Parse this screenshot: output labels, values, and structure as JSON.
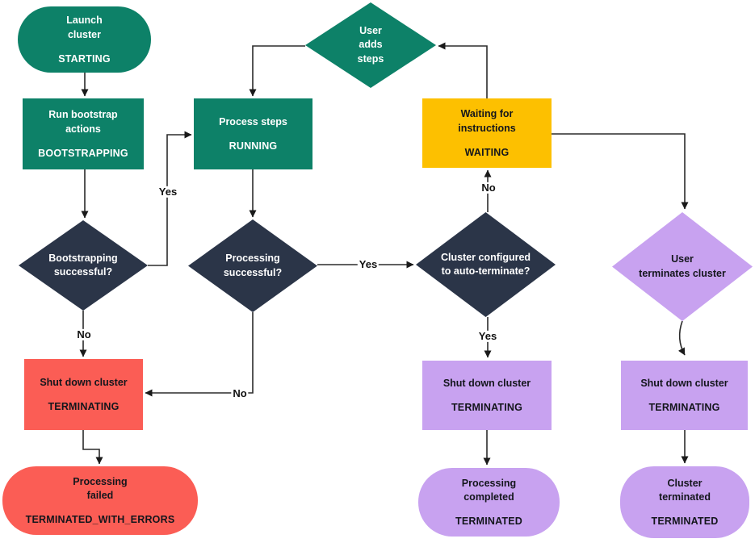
{
  "colors": {
    "teal": "#0D8168",
    "navy": "#2B3548",
    "yellow": "#FDC000",
    "red": "#FB5D55",
    "purple": "#C8A2F0",
    "edge": "#2b2b2b"
  },
  "nodes": {
    "launch": {
      "label": "Launch\ncluster",
      "state": "STARTING"
    },
    "bootstrap": {
      "label": "Run bootstrap\nactions",
      "state": "BOOTSTRAPPING"
    },
    "process_steps": {
      "label": "Process steps",
      "state": "RUNNING"
    },
    "user_adds_steps": {
      "label": "User\nadds\nsteps"
    },
    "waiting": {
      "label": "Waiting for\ninstructions",
      "state": "WAITING"
    },
    "bootstrapping_successful": {
      "label": "Bootstrapping\nsuccessful?"
    },
    "processing_successful": {
      "label": "Processing\nsuccessful?"
    },
    "auto_terminate": {
      "label": "Cluster configured\nto auto-terminate?"
    },
    "user_terminates": {
      "label": "User\nterminates cluster"
    },
    "shutdown_error": {
      "label": "Shut down cluster",
      "state": "TERMINATING"
    },
    "shutdown_auto": {
      "label": "Shut down cluster",
      "state": "TERMINATING"
    },
    "shutdown_user": {
      "label": "Shut down cluster",
      "state": "TERMINATING"
    },
    "terminated_errors": {
      "label": "Processing\nfailed",
      "state": "TERMINATED_WITH_ERRORS"
    },
    "terminated_completed": {
      "label": "Processing\ncompleted",
      "state": "TERMINATED"
    },
    "terminated_user": {
      "label": "Cluster\nterminated",
      "state": "TERMINATED"
    }
  },
  "edge_labels": {
    "bootstrap_yes": "Yes",
    "bootstrap_no": "No",
    "processing_yes": "Yes",
    "processing_no": "No",
    "auto_terminate_no": "No",
    "auto_terminate_yes": "Yes"
  }
}
